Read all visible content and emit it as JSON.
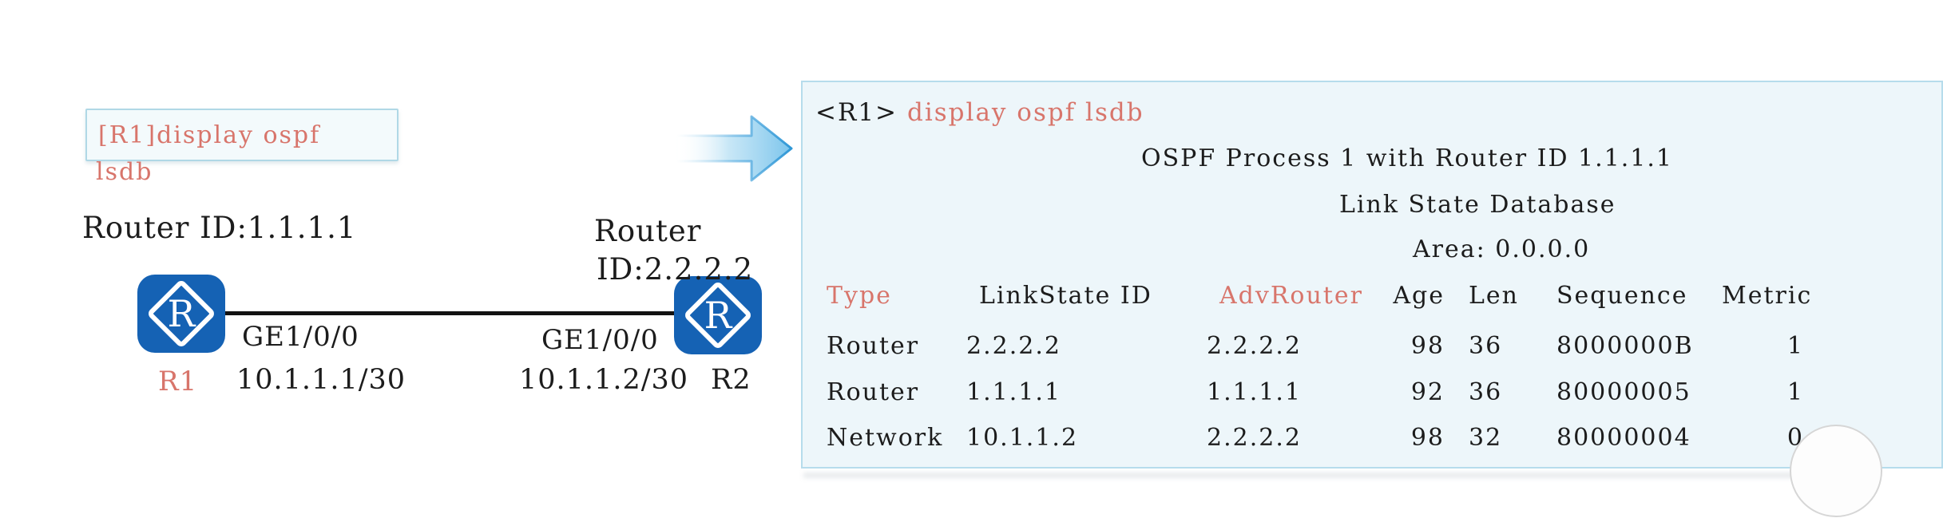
{
  "diagram": {
    "command_box": {
      "line1": "[R1]display ospf",
      "line2": "lsdb"
    },
    "router1": {
      "router_id_label": "Router ID:1.1.1.1",
      "name": "R1",
      "interface": "GE1/0/0",
      "ip": "10.1.1.1/30",
      "icon_letter": "R"
    },
    "router2": {
      "router_id_line1": "Router",
      "router_id_line2": "ID:2.2.2.2",
      "name": "R2",
      "interface": "GE1/0/0",
      "ip": "10.1.1.2/30",
      "icon_letter": "R"
    }
  },
  "terminal": {
    "prompt": "<R1>",
    "command": "display ospf lsdb",
    "heading_lines": [
      "OSPF Process 1 with Router ID 1.1.1.1",
      "Link State Database",
      "Area: 0.0.0.0"
    ],
    "table": {
      "headers": [
        "Type",
        "LinkState ID",
        "AdvRouter",
        "Age",
        "Len",
        "Sequence",
        "Metric"
      ],
      "rows": [
        [
          "Router",
          "2.2.2.2",
          "2.2.2.2",
          "98",
          "36",
          "8000000B",
          "1"
        ],
        [
          "Router",
          "1.1.1.1",
          "1.1.1.1",
          "92",
          "36",
          "80000005",
          "1"
        ],
        [
          "Network",
          "10.1.1.2",
          "2.2.2.2",
          "98",
          "32",
          "80000004",
          "0"
        ]
      ]
    }
  },
  "colors": {
    "accent_red": "#d8756b",
    "router_icon_blue": "#1562b4",
    "panel_background": "#edf6fa",
    "panel_border": "#b6dcec",
    "arrow_blue": "#7cc5ec",
    "text_black": "#1c1c1c"
  },
  "icons": {
    "flow_arrow": "right-arrow",
    "router": "router-diamond-R"
  }
}
